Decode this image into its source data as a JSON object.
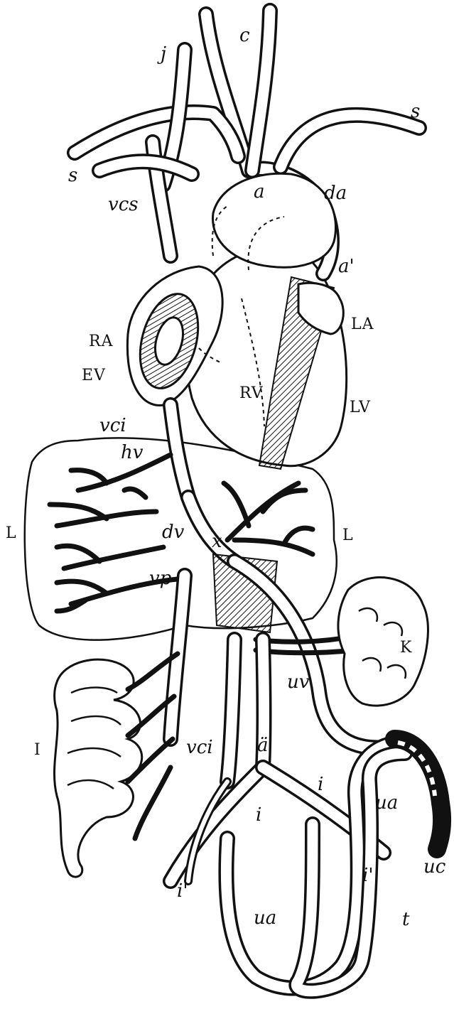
{
  "labels": {
    "c": "c",
    "j": "j",
    "s_right": "s",
    "s_left": "s",
    "vcs": "vcs",
    "a": "a",
    "da": "da",
    "a_prime": "a'",
    "LA": "LA",
    "RA": "RA",
    "EV": "EV",
    "RV": "RV",
    "LV": "LV",
    "vci_upper": "vci",
    "hv": "hv",
    "L_left": "L",
    "L_right": "L",
    "dv": "dv",
    "x": "x",
    "vp": "vp",
    "K": "K",
    "uv": "uv",
    "I": "I",
    "vci_lower": "vci",
    "a_double": "ä",
    "i_right": "i",
    "i_left": "i",
    "ua_right": "ua",
    "uc": "uc",
    "i_prime_left": "i'",
    "i_prime_right": "i'",
    "ua_bottom": "ua",
    "t": "t"
  },
  "colors": {
    "ink": "#111111",
    "paper": "#ffffff"
  }
}
